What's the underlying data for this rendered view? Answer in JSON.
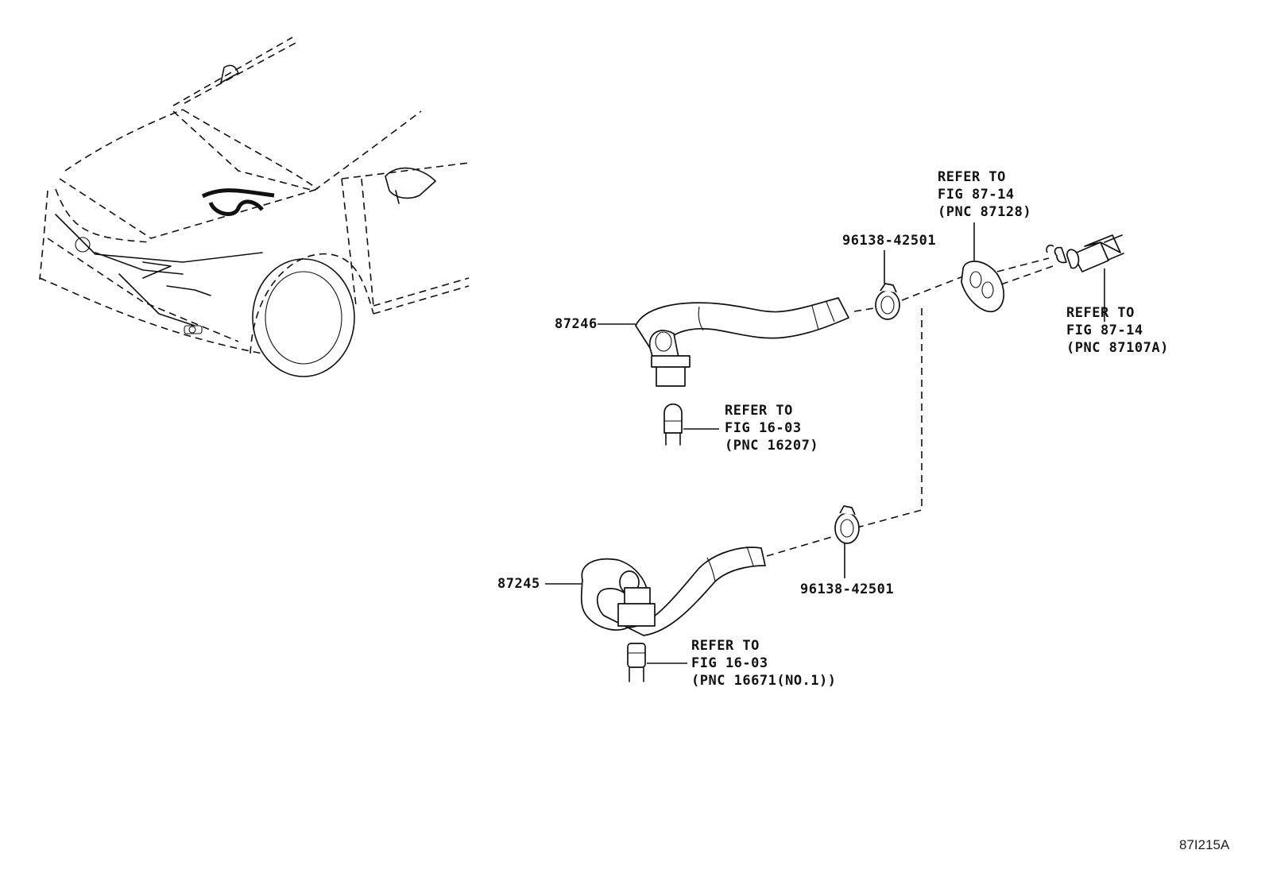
{
  "parts": {
    "hose_upper": {
      "number": "87246"
    },
    "hose_lower": {
      "number": "87245"
    },
    "clamp_upper": {
      "number": "96138-42501"
    },
    "clamp_lower": {
      "number": "96138-42501"
    }
  },
  "refs": {
    "grommet": {
      "line1": "REFER TO",
      "line2": "FIG 87-14",
      "line3": "(PNC 87128)"
    },
    "heater_pipe": {
      "line1": "REFER TO",
      "line2": "FIG 87-14",
      "line3": "(PNC 87107A)"
    },
    "upper_outlet": {
      "line1": "REFER TO",
      "line2": "FIG 16-03",
      "line3": "(PNC 16207)"
    },
    "lower_outlet": {
      "line1": "REFER TO",
      "line2": "FIG 16-03",
      "line3": "(PNC 16671(NO.1))"
    }
  },
  "figure_code": "87I215A"
}
